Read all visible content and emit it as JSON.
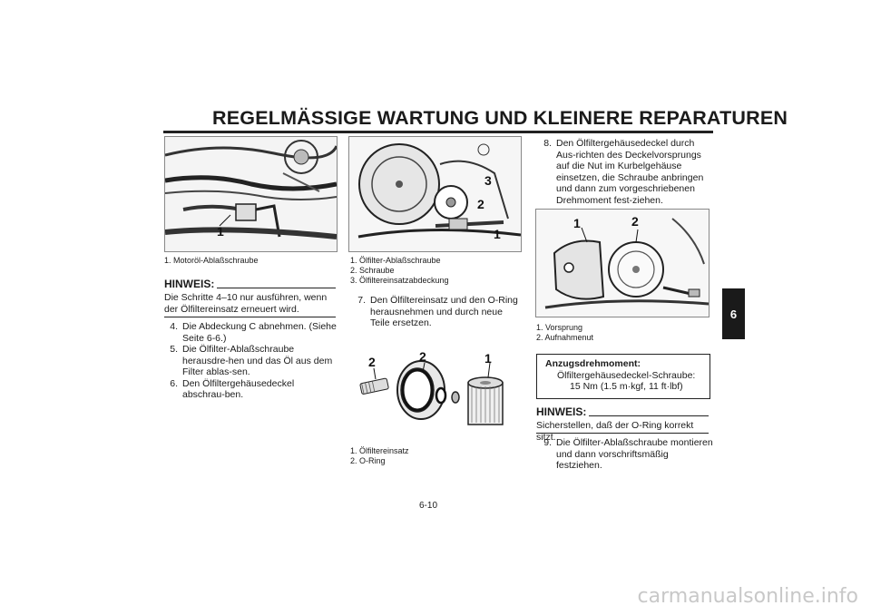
{
  "header": {
    "title": "REGELMÄSSIGE WARTUNG UND KLEINERE REPARATUREN"
  },
  "chapter_tab": "6",
  "page_number": "6-10",
  "watermark": "carmanualsonline.info",
  "col1": {
    "figure_callouts": [
      "1"
    ],
    "captions": [
      "1. Motoröl-Ablaßschraube"
    ],
    "hinweis_label": "HINWEIS:",
    "hinweis_text": "Die Schritte 4–10 nur ausführen, wenn der Ölfiltereinsatz erneuert wird.",
    "steps": [
      {
        "num": "4.",
        "text": "Die Abdeckung C abnehmen. (Siehe Seite 6-6.)"
      },
      {
        "num": "5.",
        "text": "Die Ölfilter-Ablaßschraube herausdre-hen und das Öl aus dem Filter ablas-sen."
      },
      {
        "num": "6.",
        "text": "Den Ölfiltergehäusedeckel abschrau-ben."
      }
    ]
  },
  "col2": {
    "figure1_callouts": [
      "3",
      "2",
      "1"
    ],
    "captions1": [
      "1. Ölfilter-Ablaßschraube",
      "2. Schraube",
      "3. Ölfiltereinsatzabdeckung"
    ],
    "step7": {
      "num": "7.",
      "text": "Den Ölfiltereinsatz und den O-Ring herausnehmen und durch neue Teile ersetzen."
    },
    "figure2_callouts": [
      "2",
      "2",
      "1"
    ],
    "captions2": [
      "1. Ölfiltereinsatz",
      "2. O-Ring"
    ]
  },
  "col3": {
    "step8": {
      "num": "8.",
      "text": "Den Ölfiltergehäusedeckel durch Aus-richten des Deckelvorsprungs auf die Nut im Kurbelgehäuse einsetzen, die Schraube anbringen und dann zum vorgeschriebenen Drehmoment fest-ziehen."
    },
    "figure_callouts": [
      "1",
      "2"
    ],
    "captions": [
      "1. Vorsprung",
      "2. Aufnahmenut"
    ],
    "torque": {
      "heading": "Anzugsdrehmoment:",
      "line1": "Ölfiltergehäusedeckel-Schraube:",
      "line2": "15 Nm (1.5 m·kgf, 11 ft·lbf)"
    },
    "hinweis_label": "HINWEIS:",
    "hinweis_text": "Sicherstellen, daß der O-Ring korrekt sitzt.",
    "step9": {
      "num": "9.",
      "text": "Die Ölfilter-Ablaßschraube montieren und dann vorschriftsmäßig festziehen."
    }
  }
}
